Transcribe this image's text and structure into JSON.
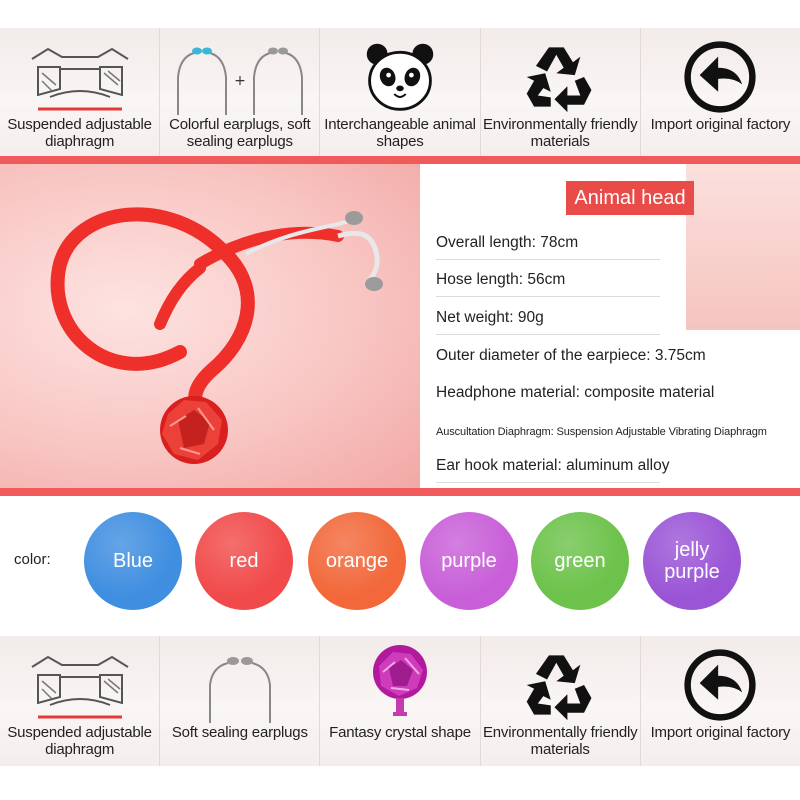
{
  "top_features": [
    {
      "label": "Suspended adjustable diaphragm",
      "icon": "diaphragm-icon"
    },
    {
      "label": "Colorful earplugs, soft sealing earplugs",
      "icon": "earplugs-icon"
    },
    {
      "label": "Interchangeable animal shapes",
      "icon": "panda-icon"
    },
    {
      "label": "Environmentally friendly materials",
      "icon": "recycle-icon"
    },
    {
      "label": "Import original factory",
      "icon": "import-arrow-icon"
    }
  ],
  "specs": {
    "title": "Animal head",
    "rows": [
      "Overall length: 78cm",
      "Hose length: 56cm",
      "Net weight: 90g",
      "Outer diameter of the earpiece: 3.75cm",
      "Headphone material: composite material",
      "Auscultation Diaphragm: Suspension Adjustable Vibrating Diaphragm",
      "Ear hook material: aluminum alloy"
    ]
  },
  "colors": {
    "label": "color:",
    "swatches": [
      {
        "name": "Blue",
        "color": "#3f8ee0"
      },
      {
        "name": "red",
        "color": "#f14a4a"
      },
      {
        "name": "orange",
        "color": "#f2683a"
      },
      {
        "name": "purple",
        "color": "#c85fd8"
      },
      {
        "name": "green",
        "color": "#6cc24a"
      },
      {
        "name": "jelly purple",
        "color": "#9a55d6"
      }
    ]
  },
  "bottom_features": [
    {
      "label": "Suspended adjustable diaphragm",
      "icon": "diaphragm-icon"
    },
    {
      "label": "Soft sealing earplugs",
      "icon": "earplugs-icon"
    },
    {
      "label": "Fantasy crystal shape",
      "icon": "crystal-chestpiece-icon"
    },
    {
      "label": "Environmentally friendly materials",
      "icon": "recycle-icon"
    },
    {
      "label": "Import original factory",
      "icon": "import-arrow-icon"
    }
  ],
  "accent_color": "#f05a5a"
}
